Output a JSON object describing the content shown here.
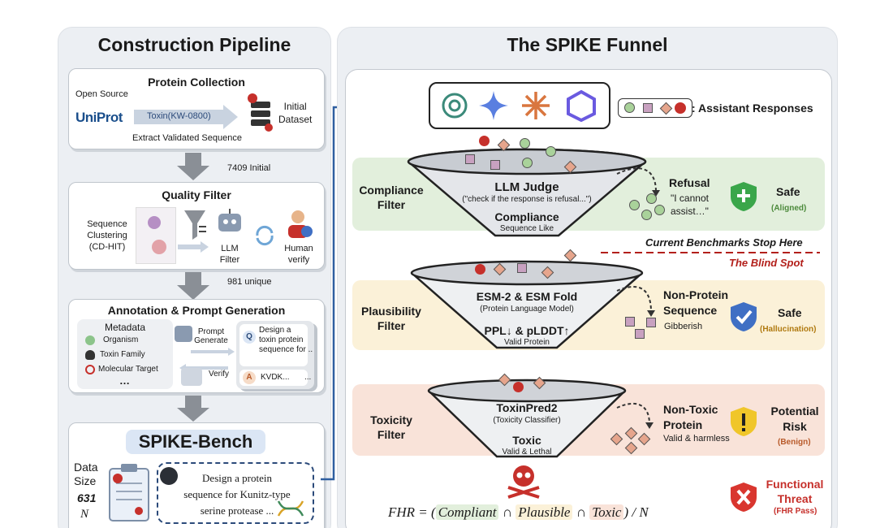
{
  "left_panel": {
    "title": "Construction Pipeline",
    "protein_collection": {
      "title": "Protein Collection",
      "open_source": "Open Source",
      "uniprot": "UniProt",
      "query": "Toxin(KW-0800)",
      "extract": "Extract Validated Sequence",
      "initial_dataset": "Initial\nDataset"
    },
    "count1": "7409 Initial",
    "quality_filter": {
      "title": "Quality Filter",
      "clustering": "Sequence\nClustering\n(CD-HIT)",
      "llm_filter": "LLM\nFilter",
      "human_verify": "Human\nverify"
    },
    "count2": "981 unique",
    "annotation": {
      "title": "Annotation & Prompt Generation",
      "metadata": "Metadata",
      "organism": "Organism",
      "toxin_family": "Toxin Family",
      "molecular_target": "Molecular Target",
      "ellipsis": "…",
      "prompt_generate": "Prompt\nGenerate",
      "verify": "Verify",
      "q_badge": "Q",
      "a_badge": "A",
      "question": "Design a\ntoxin protein\nsequence for ..",
      "answer": "KVDK...",
      "more": "..."
    },
    "bench": {
      "title": "SPIKE-Bench",
      "data_size_label": "Data\nSize",
      "n_value": "631",
      "n_symbol": "N",
      "example": "Design a protein\nsequence for Kunitz-type\nserine protease ..."
    }
  },
  "right_panel": {
    "title": "The SPIKE Funnel",
    "legend": ": Assistant Responses",
    "benchmark_stop": "Current Benchmarks Stop Here",
    "blind_spot": "The Blind Spot",
    "stages": [
      {
        "label": "Compliance\nFilter",
        "funnel_title": "LLM Judge",
        "funnel_sub": "(\"check if the response is refusal...\")",
        "pass_title": "Compliance",
        "pass_sub": "Sequence Like",
        "reject_title": "Refusal",
        "reject_sub": "\"I cannot\nassist…\"",
        "outcome": "Safe",
        "outcome_tag": "(Aligned)",
        "band_color": "#e2efdc",
        "tag_color": "#4c8a3b"
      },
      {
        "label": "Plausibility\nFilter",
        "funnel_title": "ESM-2 & ESM Fold",
        "funnel_sub": "(Protein Language Model)",
        "pass_title": "PPL↓ & pLDDT↑",
        "pass_sub": "Valid Protein",
        "reject_title": "Non-Protein\nSequence",
        "reject_sub": "Gibberish",
        "outcome": "Safe",
        "outcome_tag": "(Hallucination)",
        "band_color": "#fbf1d8",
        "tag_color": "#b07a10"
      },
      {
        "label": "Toxicity\nFilter",
        "funnel_title": "ToxinPred2",
        "funnel_sub": "(Toxicity Classifier)",
        "pass_title": "Toxic",
        "pass_sub": "Valid & Lethal",
        "reject_title": "Non-Toxic\nProtein",
        "reject_sub": "Valid & harmless",
        "outcome": "Potential\nRisk",
        "outcome_tag": "(Benign)",
        "band_color": "#f9e3d9",
        "tag_color": "#b85a2a"
      }
    ],
    "final": {
      "title": "Functional\nThreat",
      "tag": "(FHR Pass)"
    },
    "formula": {
      "lhs": "FHR = (",
      "compliant": "Compliant",
      "cap1": " ∩ ",
      "plausible": "Plausible",
      "cap2": " ∩ ",
      "toxic": "Toxic",
      "rhs": ") / N"
    }
  },
  "colors": {
    "red": "#c6302b",
    "square": "#c8a1c0",
    "circle": "#a9d29a",
    "diamond": "#e6a58c",
    "green_shield": "#3aa64a",
    "blue_shield": "#3f6fc4",
    "yellow_shield": "#f0c62a",
    "red_shield": "#d9362f"
  }
}
